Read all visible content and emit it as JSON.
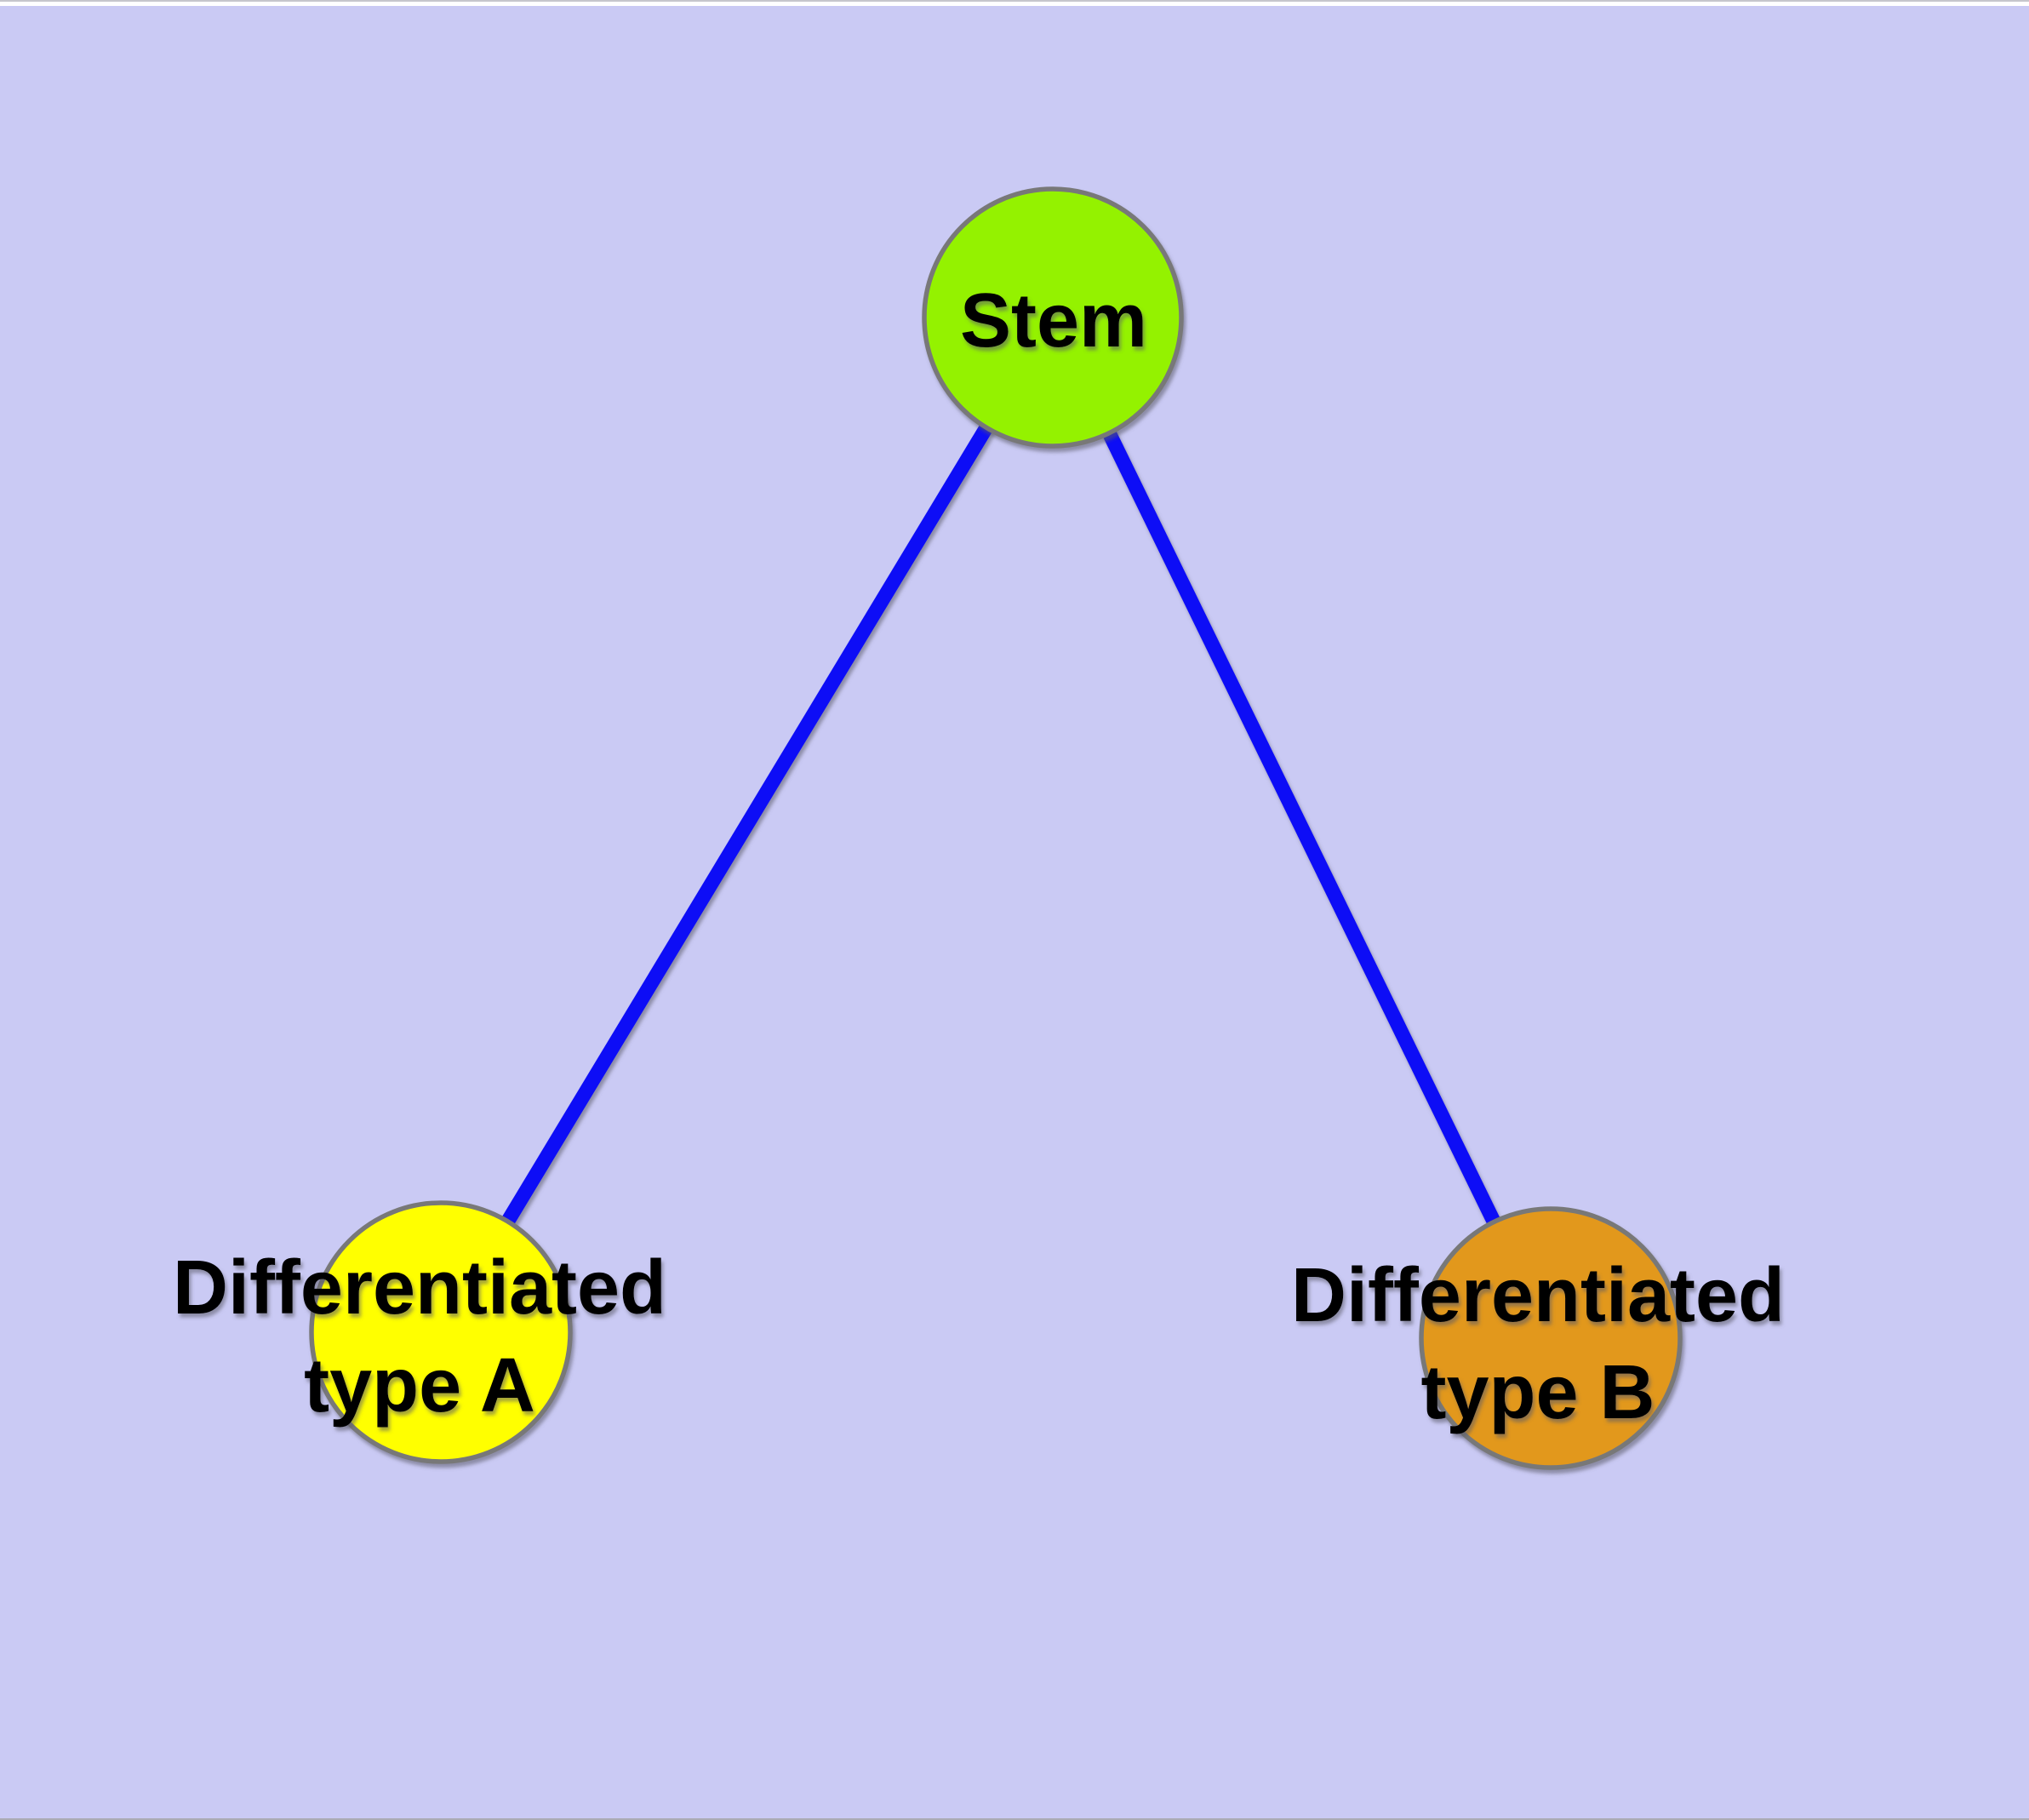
{
  "canvas": {
    "background_color": "#CACAF4",
    "top_strip_color": "#FFFFFF",
    "top_edge_line_color": "#C6C6CC",
    "bottom_edge_line_color": "#ABABB4"
  },
  "graph": {
    "text_color": "#000000",
    "node_border_color": "#787878",
    "edge_color": "#0F0FF6",
    "nodes": [
      {
        "name": "stem",
        "label": "Stem",
        "color": "#94F201"
      },
      {
        "name": "differentiated-type-a",
        "label": {
          "line1": "Differentiated",
          "line2": "type A"
        },
        "color": "#FFFF00"
      },
      {
        "name": "differentiated-type-b",
        "label": {
          "line1": "Differentiated",
          "line2": "type B"
        },
        "color": "#E2981F"
      }
    ],
    "edges": [
      {
        "from": "stem",
        "to": "differentiated-type-a",
        "color": "#0F0FF6"
      },
      {
        "from": "stem",
        "to": "differentiated-type-b",
        "color": "#0F0FF6"
      }
    ]
  }
}
